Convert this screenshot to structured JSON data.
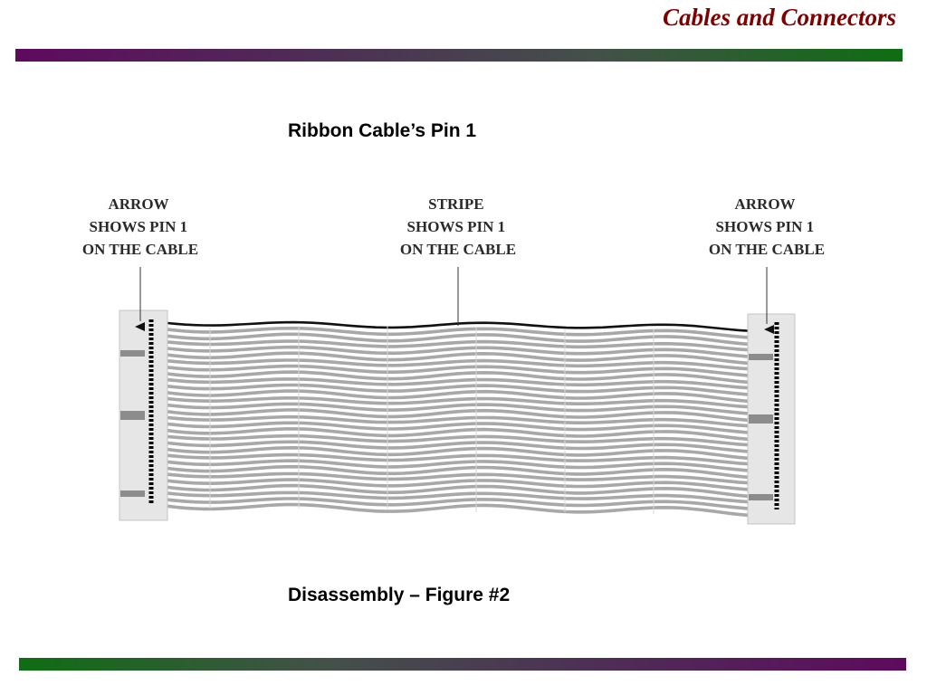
{
  "header": {
    "title": "Cables and Connectors",
    "title_color": "#800000"
  },
  "caption_top": "Ribbon Cable’s Pin 1",
  "caption_bottom": "Disassembly – Figure #2",
  "diagram": {
    "callouts": {
      "left": [
        "ARROW",
        "SHOWS PIN 1",
        "ON THE CABLE"
      ],
      "middle": [
        "STRIPE",
        "SHOWS PIN 1",
        "ON THE CABLE"
      ],
      "right": [
        "ARROW",
        "SHOWS PIN 1",
        "ON THE CABLE"
      ]
    },
    "conductor_count": 30,
    "colors": {
      "connector_fill": "#e6e6e6",
      "conductor": "#a8a8a8",
      "stripe": "#111111",
      "bar_purple": "#5e0a5e",
      "bar_green": "#0e6e12"
    }
  }
}
